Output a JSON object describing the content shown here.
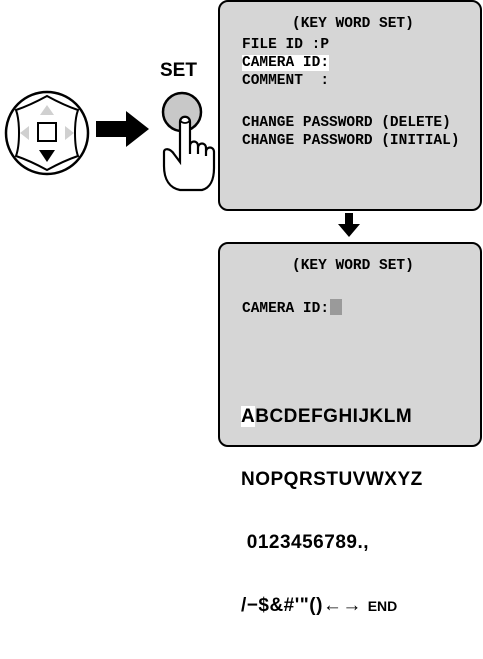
{
  "left": {
    "set_label": "SET",
    "icons": [
      "dpad-down-icon",
      "right-arrow-icon",
      "set-button-icon",
      "pointing-hand-icon"
    ]
  },
  "screen_top": {
    "title": "(KEY WORD SET)",
    "lines": [
      "FILE ID :P",
      "CAMERA ID:",
      "COMMENT  :",
      "",
      "CHANGE PASSWORD (DELETE)",
      "CHANGE PASSWORD (INITIAL)"
    ]
  },
  "screen_bottom": {
    "title": "(KEY WORD SET)",
    "camera_label": "CAMERA ID:",
    "char_rows": [
      "ABCDEFGHIJKLM",
      "NOPQRSTUVWXYZ",
      " 0123456789.,",
      "/−$&#'\"()←→"
    ],
    "end_label": "END",
    "selected_char": "A"
  },
  "colors": {
    "screen_bg": "#d6d6d6",
    "highlight": "#ffffff",
    "cursor": "#9a9a9a"
  }
}
